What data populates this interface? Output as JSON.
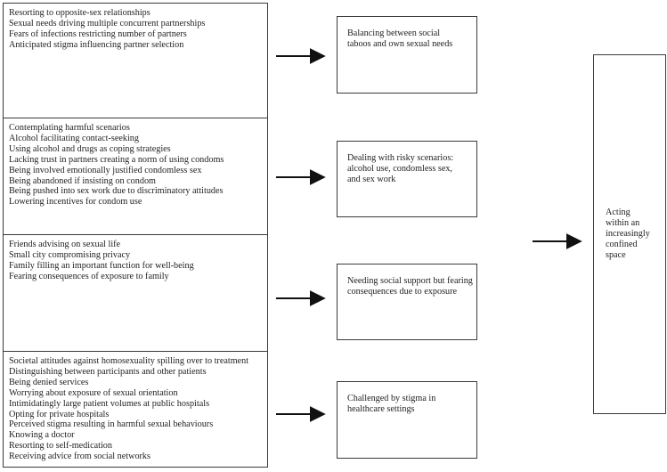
{
  "codes": [
    [
      "Resorting to opposite-sex relationships",
      "Sexual needs driving multiple concurrent partnerships",
      "Fears of infections restricting number of partners",
      "Anticipated stigma influencing partner selection"
    ],
    [
      "Contemplating harmful scenarios",
      "Alcohol facilitating contact-seeking",
      "Using alcohol and drugs as coping strategies",
      "Lacking trust in partners creating a norm of using condoms",
      "Being involved emotionally justified condomless sex",
      "Being abandoned if insisting on condom",
      "Being pushed into sex work due to discriminatory attitudes",
      "Lowering incentives for condom use"
    ],
    [
      "Friends advising on sexual life",
      "Small city compromising privacy",
      "Family filling an important function for well-being",
      "Fearing consequences of exposure to family"
    ],
    [
      "Societal attitudes against homosexuality spilling over to treatment",
      "Distinguishing between participants and other patients",
      "Being denied services",
      "Worrying about exposure of sexual orientation",
      "Intimidatingly large patient volumes at public hospitals",
      "Opting for private hospitals",
      "Perceived stigma resulting in harmful sexual behaviours",
      "Knowing a doctor",
      "Resorting to self-medication",
      "Receiving advice from social networks"
    ]
  ],
  "categories": [
    [
      "Balancing between social",
      "taboos and own sexual needs"
    ],
    [
      "Dealing with risky scenarios:",
      "alcohol use, condomless sex,",
      "and sex work"
    ],
    [
      "Needing social support but fearing",
      "consequences due to exposure"
    ],
    [
      "Challenged by stigma in",
      "healthcare settings"
    ]
  ],
  "theme": [
    "Acting",
    "within an",
    "increasingly",
    "confined",
    "space"
  ]
}
